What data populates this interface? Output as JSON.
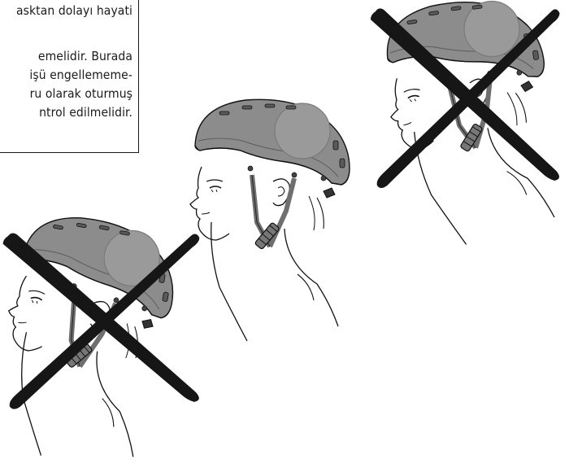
{
  "warning_text": {
    "lines": [
      "asktan dolayı hayati",
      "",
      "emelidir. Burada",
      "işü engellememe-",
      "ru olarak oturmuş",
      "ntrol edilmelidir."
    ]
  },
  "figures": [
    {
      "id": "tilted-back",
      "status": "incorrect",
      "marked_with": "cross"
    },
    {
      "id": "correct-position",
      "status": "correct",
      "marked_with": "none"
    },
    {
      "id": "tilted-forward",
      "status": "incorrect",
      "marked_with": "cross"
    }
  ],
  "colors": {
    "helmet": "#8c8c8c",
    "helmet_dark": "#6f6f6f",
    "cross": "#161616",
    "ink": "#111111"
  }
}
